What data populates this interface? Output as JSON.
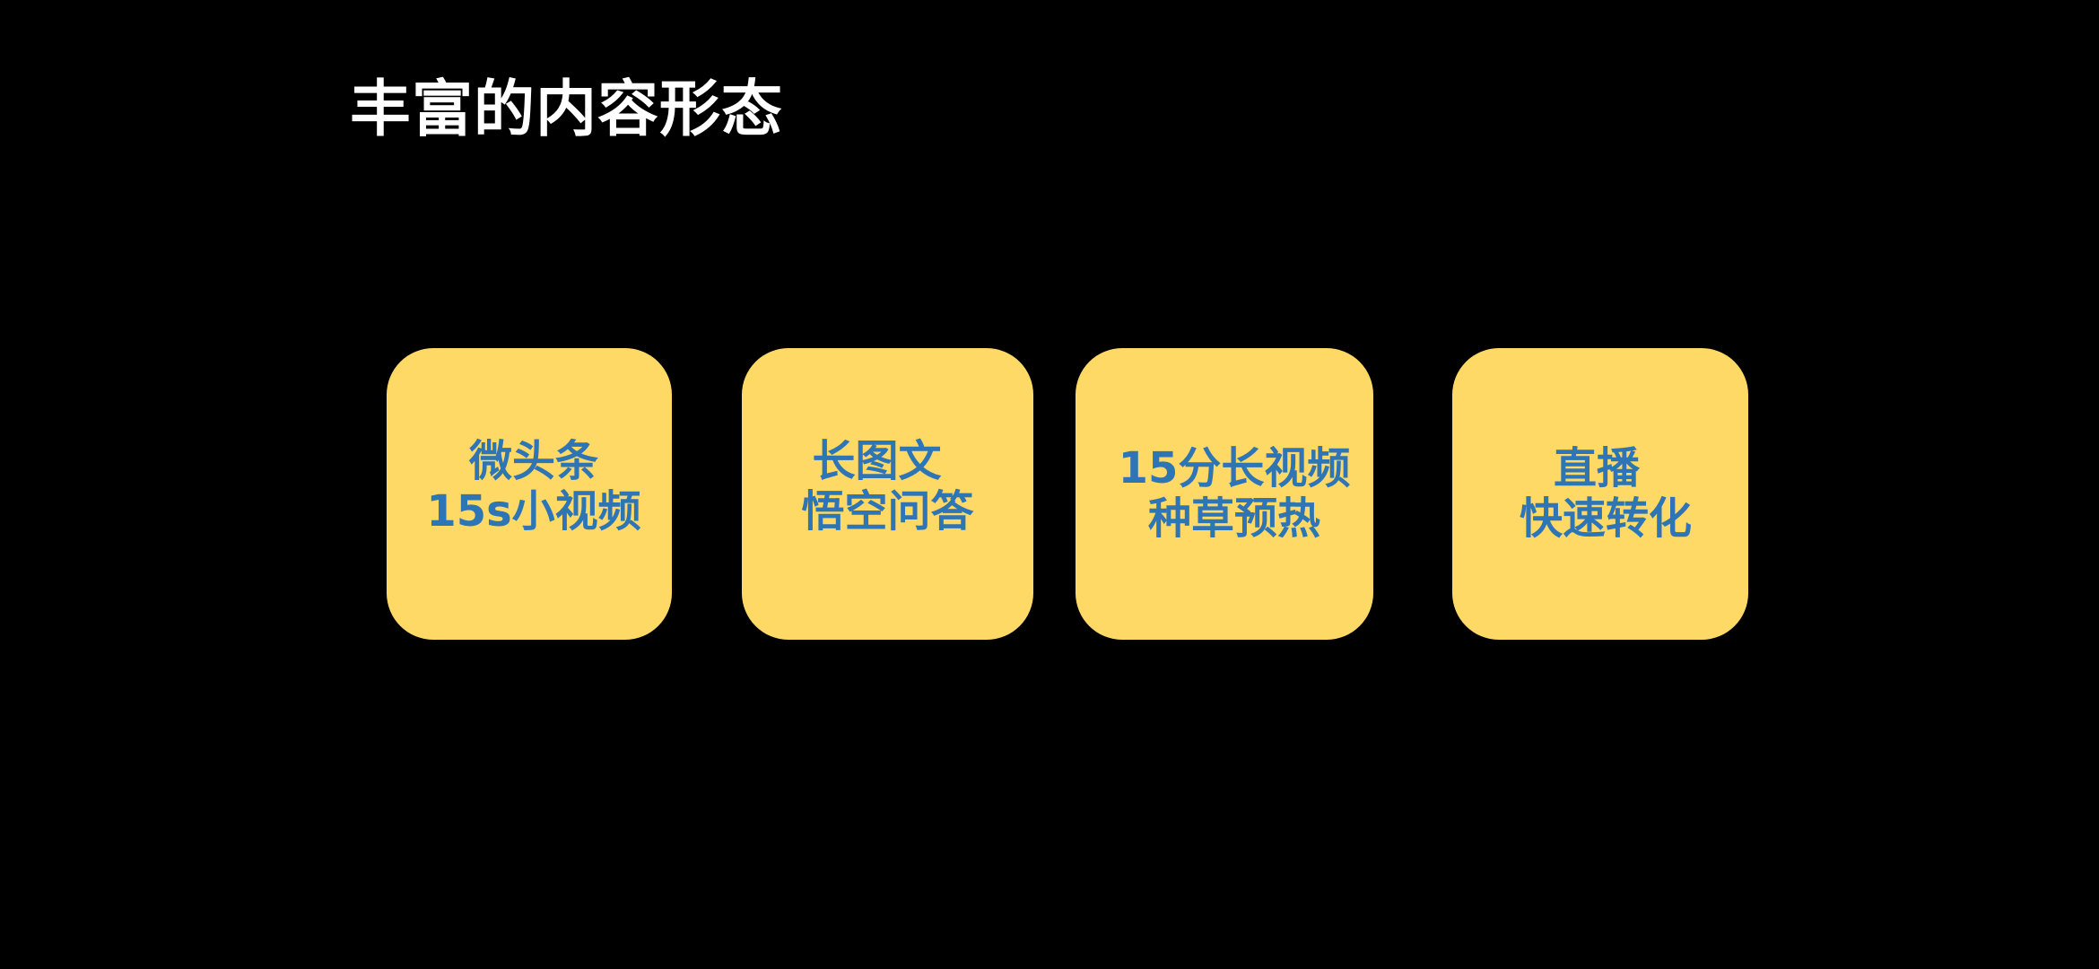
{
  "slide": {
    "title": "丰富的内容形态",
    "colors": {
      "background": "#000000",
      "title": "#FFFFFF",
      "card_fill": "#FFD966",
      "card_text": "#2E75B6"
    }
  },
  "cards": [
    {
      "line1": "微头条",
      "line2": "15s小视频"
    },
    {
      "line1": "长图文",
      "line2": "悟空问答"
    },
    {
      "line1": "15分长视频",
      "line2": "种草预热"
    },
    {
      "line1": "直播",
      "line2": "快速转化"
    }
  ]
}
